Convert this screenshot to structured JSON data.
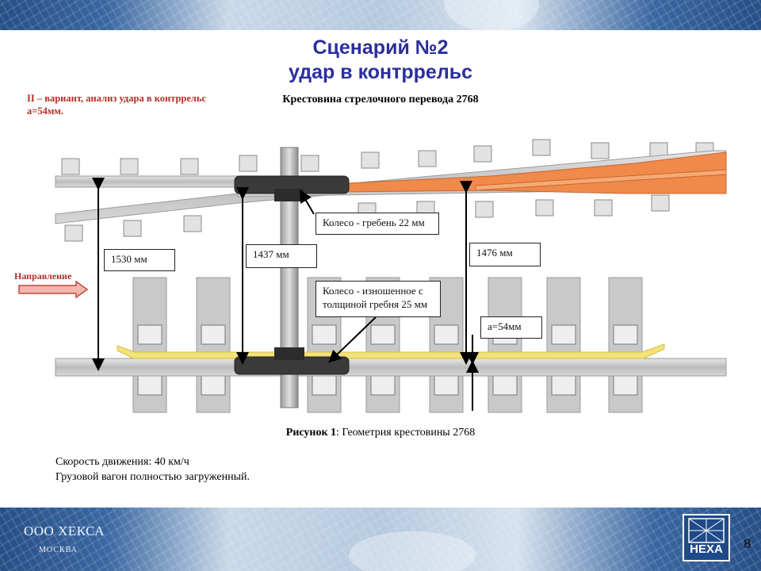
{
  "header": {
    "title_line1": "Сценарий №2",
    "title_line2": "удар в контррельс"
  },
  "variant_note": {
    "line1": "II – вариант, анализ удара в контррельс",
    "line2": "а=54мм."
  },
  "diagram": {
    "top_caption": "Крестовина стрелочного перевода 2768",
    "labels": {
      "dim_1530": "1530 мм",
      "dim_1437": "1437 мм",
      "dim_1476": "1476 мм",
      "dim_a": "а=54мм",
      "wheel_flange": "Колесо - гребень 22 мм",
      "worn_line1": "Колесо - изношенное с",
      "worn_line2": "толщиной гребня 25 мм",
      "direction": "Направление"
    },
    "colors": {
      "rail_gray": "#c8c8c8",
      "frog_orange": "#f08a4b",
      "guard_yellow": "#f3e27a",
      "wheel_dark": "#3a3a3a"
    }
  },
  "figure_caption": {
    "bold": "Рисунок 1",
    "rest": ": Геометрия крестовины 2768"
  },
  "notes": {
    "speed": "Скорость движения: 40 км/ч",
    "load": "Грузовой вагон полностью загруженный."
  },
  "footer": {
    "company": "ООО ХЕКСА",
    "city": "МОСКВА",
    "logo_text": "HEXA",
    "page_number": "8"
  }
}
